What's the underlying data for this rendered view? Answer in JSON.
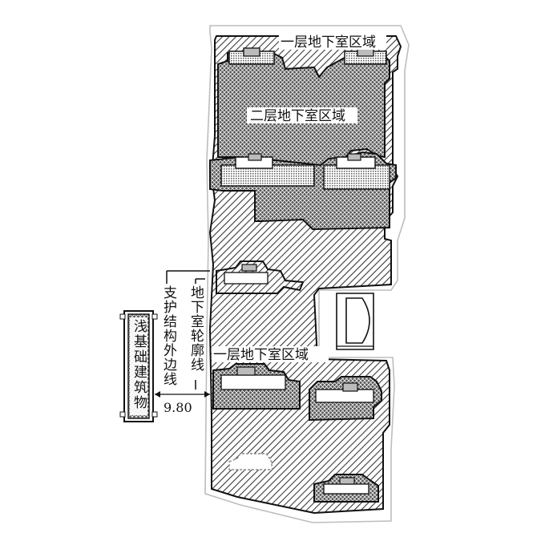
{
  "colors": {
    "line": "#111111",
    "hatch": "#444444",
    "boundary": "#bdbdbd",
    "background": "#ffffff"
  },
  "labels": {
    "first_basement_top": "一层地下室区域",
    "second_basement": "二层地下室区域",
    "first_basement_middle": "一层地下室区域",
    "shallow_foundation_building": "浅基础建筑物",
    "support_outer_line": "支护结构外边线",
    "basement_outline": "地下室轮廓线",
    "distance": "9.80"
  }
}
